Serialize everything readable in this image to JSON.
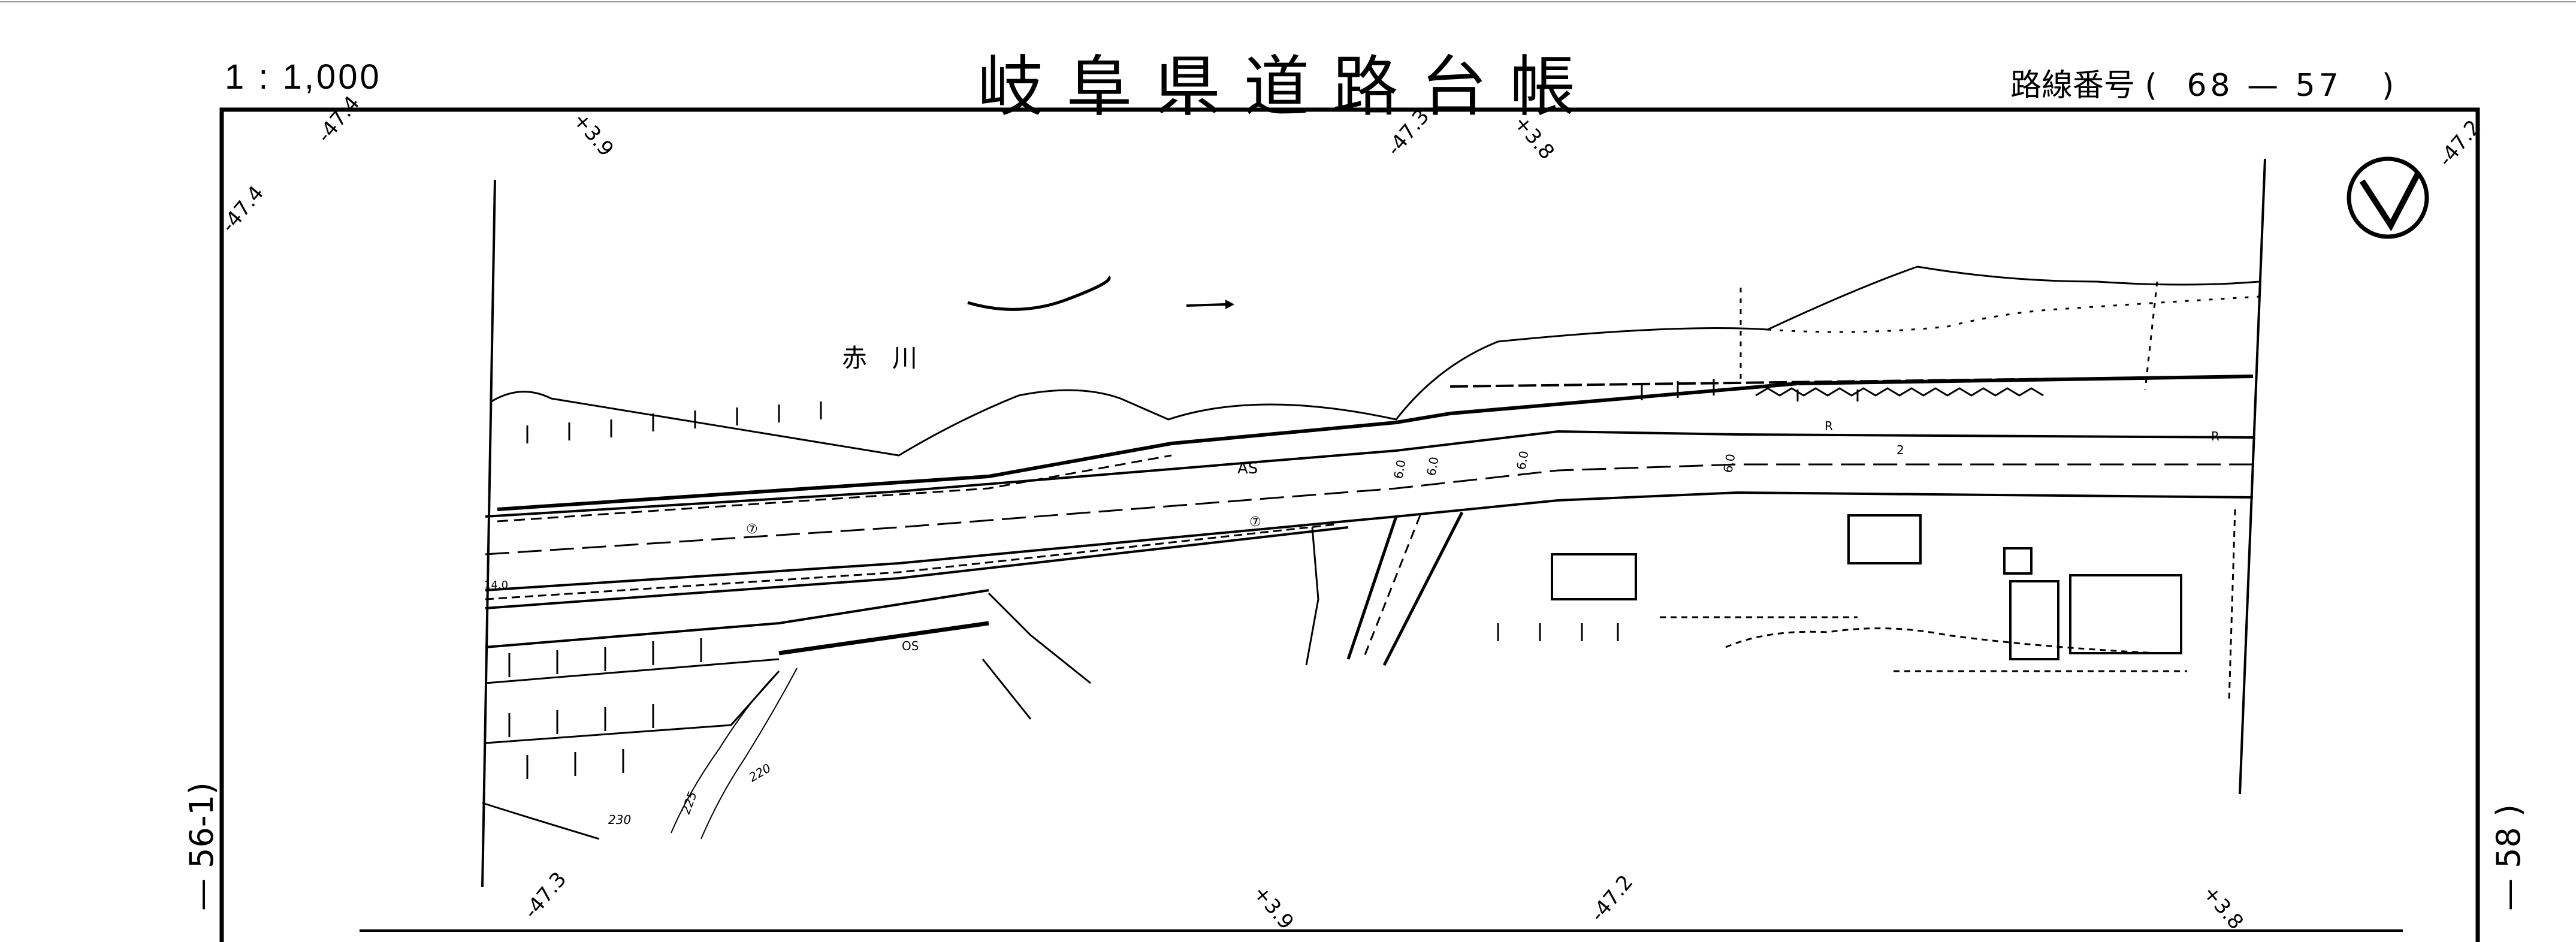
{
  "header": {
    "scale": "1 : 1,000",
    "title": "岐阜県道路台帳",
    "route_label": "路線番号",
    "route_open": "(",
    "route_number": "68  —  57",
    "route_close": ")"
  },
  "side_refs": {
    "left": "—  56-1)",
    "right": "—  58  )"
  },
  "coords": {
    "top": [
      "-47.4",
      "+3.9",
      "-47.3",
      "+3.8",
      "-47.2"
    ],
    "left": [
      "-47.4"
    ],
    "bottom": [
      "-47.3",
      "+3.9",
      "-47.2",
      "+3.8"
    ]
  },
  "map_labels": {
    "river": "赤　川",
    "pavement": "AS",
    "sidewalk": "OS",
    "elevation_mark": "14.0",
    "contours": [
      "220",
      "225",
      "230"
    ],
    "width_marks": [
      "6.0",
      "6.0",
      "6.0",
      "6.0"
    ],
    "road_codes": [
      "R",
      "R",
      "2"
    ],
    "circled": [
      "⑦",
      "⑦"
    ]
  },
  "north_arrow": "north-arrow-icon"
}
